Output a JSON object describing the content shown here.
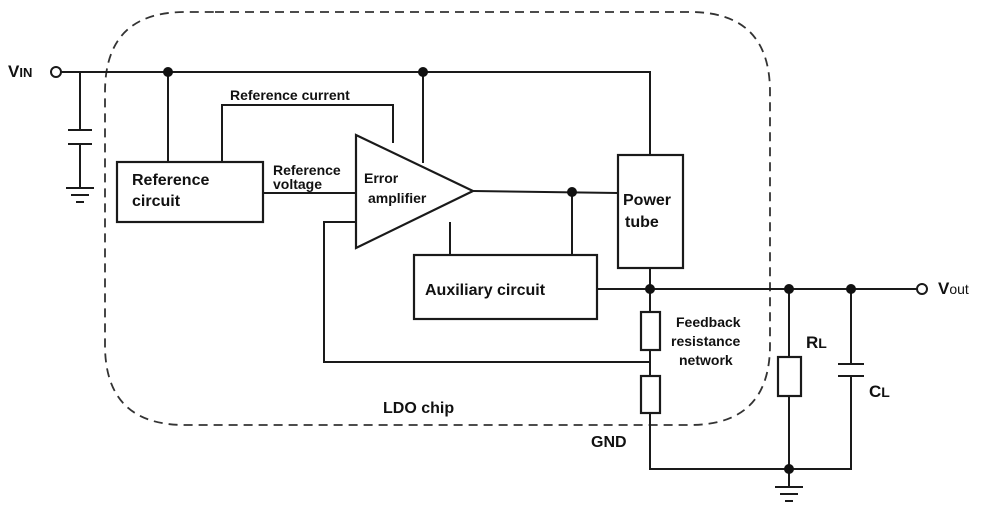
{
  "labels": {
    "vin_main": "V",
    "vin_sub": "IN",
    "vout_main": "V",
    "vout_sub": "out",
    "reference_current": "Reference current",
    "reference_voltage_1": "Reference",
    "reference_voltage_2": "voltage",
    "reference_circuit_1": "Reference",
    "reference_circuit_2": "circuit",
    "error_amplifier_1": "Error",
    "error_amplifier_2": "amplifier",
    "power_tube_1": "Power",
    "power_tube_2": "tube",
    "auxiliary_circuit": "Auxiliary circuit",
    "feedback_1": "Feedback",
    "feedback_2": "resistance",
    "feedback_3": "network",
    "rl_main": "R",
    "rl_sub": "L",
    "cl_main": "C",
    "cl_sub": "L",
    "ldo_chip": "LDO chip",
    "gnd": "GND"
  }
}
